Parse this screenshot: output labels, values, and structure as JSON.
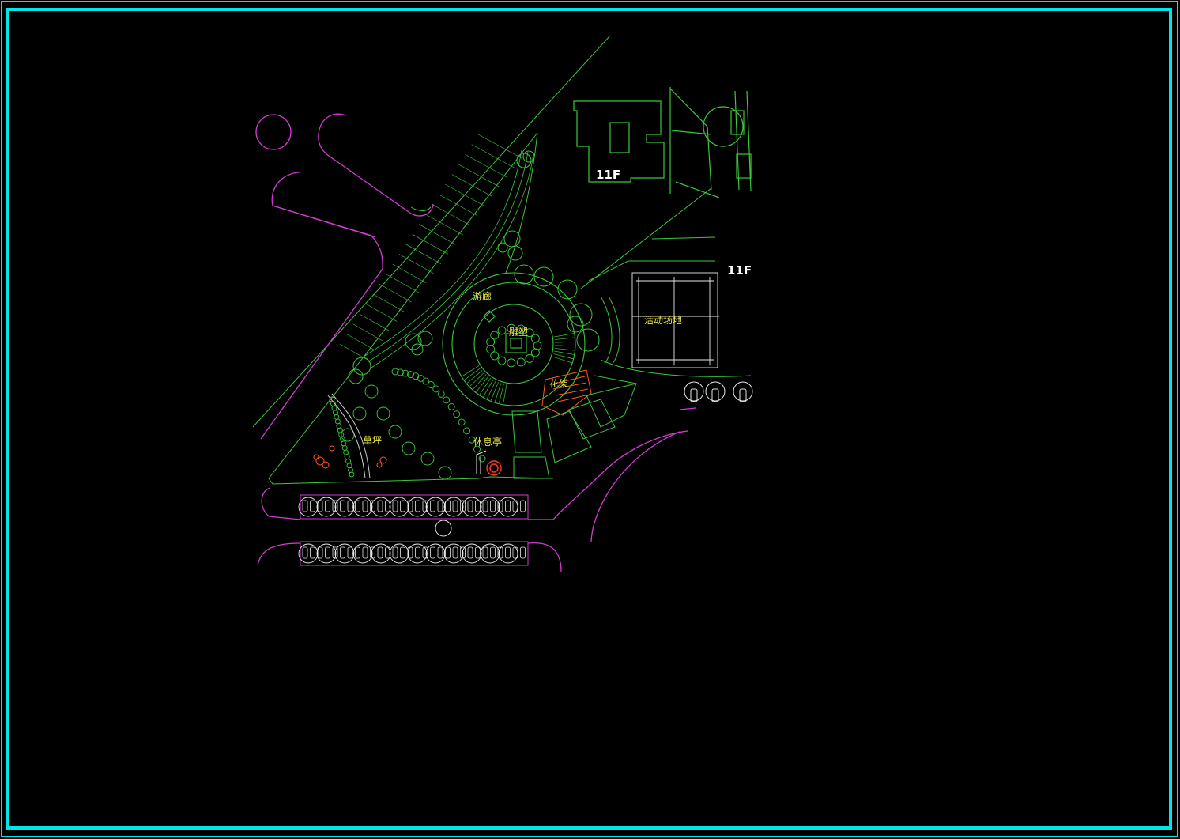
{
  "colors": {
    "frame": "#00e5e5",
    "lines": "#3cc83c",
    "roads": "#d23cd2",
    "labels": "#e8e84a",
    "floor_labels": "#ffffff",
    "accent": "#ff5a1e"
  },
  "labels": {
    "corridor": "游廊",
    "sculpture": "雕塑",
    "activity_area": "活动场地",
    "flower_rack": "花架",
    "lawn": "草坪",
    "pavilion": "休息亭"
  },
  "buildings": {
    "north_floors": "11F",
    "east_floors": "11F"
  }
}
